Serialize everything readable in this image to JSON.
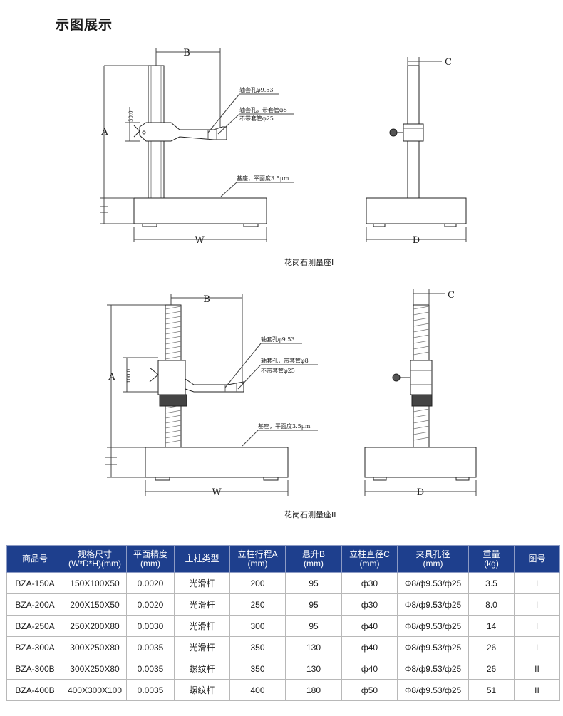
{
  "page": {
    "title": "示图展示"
  },
  "figure1": {
    "caption": "花岗石测量座I",
    "dim_b": "B",
    "dim_a": "A",
    "dim_w": "W",
    "dim_c": "C",
    "dim_d": "D",
    "dim_height": "50.0",
    "note_hole1": "轴套孔φ9.53",
    "note_hole2": "轴套孔，带套管φ8",
    "note_hole3": "不带套管φ25",
    "note_base": "基座，平面度3.5μm"
  },
  "figure2": {
    "caption": "花岗石测量座II",
    "dim_b": "B",
    "dim_a": "A",
    "dim_w": "W",
    "dim_c": "C",
    "dim_d": "D",
    "dim_height": "100.0",
    "note_hole1": "轴套孔φ9.53",
    "note_hole2": "轴套孔，带套管φ8",
    "note_hole3": "不带套管φ25",
    "note_base": "基座，平面度3.5μm"
  },
  "table": {
    "headers": [
      [
        "商品号",
        ""
      ],
      [
        "规格尺寸",
        "(W*D*H)(mm)"
      ],
      [
        "平面精度",
        "(mm)"
      ],
      [
        "主柱类型",
        ""
      ],
      [
        "立柱行程A",
        "(mm)"
      ],
      [
        "悬升B",
        "(mm)"
      ],
      [
        "立柱直径C",
        "(mm)"
      ],
      [
        "夹具孔径",
        "(mm)"
      ],
      [
        "重量",
        "(kg)"
      ],
      [
        "图号",
        ""
      ]
    ],
    "rows": [
      [
        "BZA-150A",
        "150X100X50",
        "0.0020",
        "光滑杆",
        "200",
        "95",
        "ф30",
        "Φ8/ф9.53/ф25",
        "3.5",
        "I"
      ],
      [
        "BZA-200A",
        "200X150X50",
        "0.0020",
        "光滑杆",
        "250",
        "95",
        "ф30",
        "Φ8/ф9.53/ф25",
        "8.0",
        "I"
      ],
      [
        "BZA-250A",
        "250X200X80",
        "0.0030",
        "光滑杆",
        "300",
        "95",
        "ф40",
        "Φ8/ф9.53/ф25",
        "14",
        "I"
      ],
      [
        "BZA-300A",
        "300X250X80",
        "0.0035",
        "光滑杆",
        "350",
        "130",
        "ф40",
        "Φ8/ф9.53/ф25",
        "26",
        "I"
      ],
      [
        "BZA-300B",
        "300X250X80",
        "0.0035",
        "螺纹杆",
        "350",
        "130",
        "ф40",
        "Φ8/ф9.53/ф25",
        "26",
        "II"
      ],
      [
        "BZA-400B",
        "400X300X100",
        "0.0035",
        "螺纹杆",
        "400",
        "180",
        "ф50",
        "Φ8/ф9.53/ф25",
        "51",
        "II"
      ]
    ]
  },
  "colors": {
    "header_bg": "#1e3f8d",
    "header_text": "#ffffff",
    "line": "#222222"
  }
}
